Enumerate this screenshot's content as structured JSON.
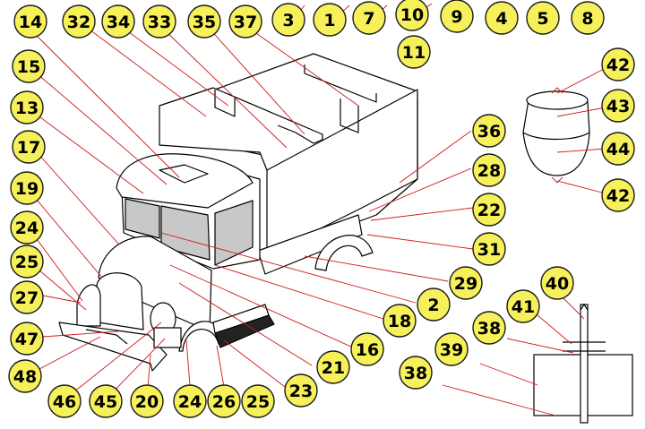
{
  "colors": {
    "callout_fill": "#f6f05a",
    "callout_stroke": "#1a1a1a",
    "leader_line": "#d01818",
    "outline": "#000000",
    "window": "#c8c8c8",
    "panel_fill": "#ffffff"
  },
  "callouts": [
    {
      "id": "c14a",
      "label": "14"
    },
    {
      "id": "c32",
      "label": "32"
    },
    {
      "id": "c34",
      "label": "34"
    },
    {
      "id": "c33",
      "label": "33"
    },
    {
      "id": "c35",
      "label": "35"
    },
    {
      "id": "c37",
      "label": "37"
    },
    {
      "id": "c3",
      "label": "3"
    },
    {
      "id": "c1",
      "label": "1"
    },
    {
      "id": "c7",
      "label": "7"
    },
    {
      "id": "c10",
      "label": "10"
    },
    {
      "id": "c9",
      "label": "9"
    },
    {
      "id": "c4",
      "label": "4"
    },
    {
      "id": "c5",
      "label": "5"
    },
    {
      "id": "c8",
      "label": "8"
    },
    {
      "id": "c11",
      "label": "11"
    },
    {
      "id": "c15",
      "label": "15"
    },
    {
      "id": "c13",
      "label": "13"
    },
    {
      "id": "c17",
      "label": "17"
    },
    {
      "id": "c19",
      "label": "19"
    },
    {
      "id": "c24a",
      "label": "24"
    },
    {
      "id": "c25a",
      "label": "25"
    },
    {
      "id": "c27",
      "label": "27"
    },
    {
      "id": "c47",
      "label": "47"
    },
    {
      "id": "c48",
      "label": "48"
    },
    {
      "id": "c46",
      "label": "46"
    },
    {
      "id": "c45",
      "label": "45"
    },
    {
      "id": "c20",
      "label": "20"
    },
    {
      "id": "c24b",
      "label": "24"
    },
    {
      "id": "c26",
      "label": "26"
    },
    {
      "id": "c25b",
      "label": "25"
    },
    {
      "id": "c23",
      "label": "23"
    },
    {
      "id": "c21",
      "label": "21"
    },
    {
      "id": "c16",
      "label": "16"
    },
    {
      "id": "c18",
      "label": "18"
    },
    {
      "id": "c2",
      "label": "2"
    },
    {
      "id": "c29",
      "label": "29"
    },
    {
      "id": "c31",
      "label": "31"
    },
    {
      "id": "c22",
      "label": "22"
    },
    {
      "id": "c28",
      "label": "28"
    },
    {
      "id": "c36",
      "label": "36"
    },
    {
      "id": "c42a",
      "label": "42"
    },
    {
      "id": "c43",
      "label": "43"
    },
    {
      "id": "c44",
      "label": "44"
    },
    {
      "id": "c42b",
      "label": "42"
    },
    {
      "id": "c40",
      "label": "40"
    },
    {
      "id": "c41",
      "label": "41"
    },
    {
      "id": "c38a",
      "label": "38"
    },
    {
      "id": "c39",
      "label": "39"
    },
    {
      "id": "c38b",
      "label": "38"
    }
  ]
}
